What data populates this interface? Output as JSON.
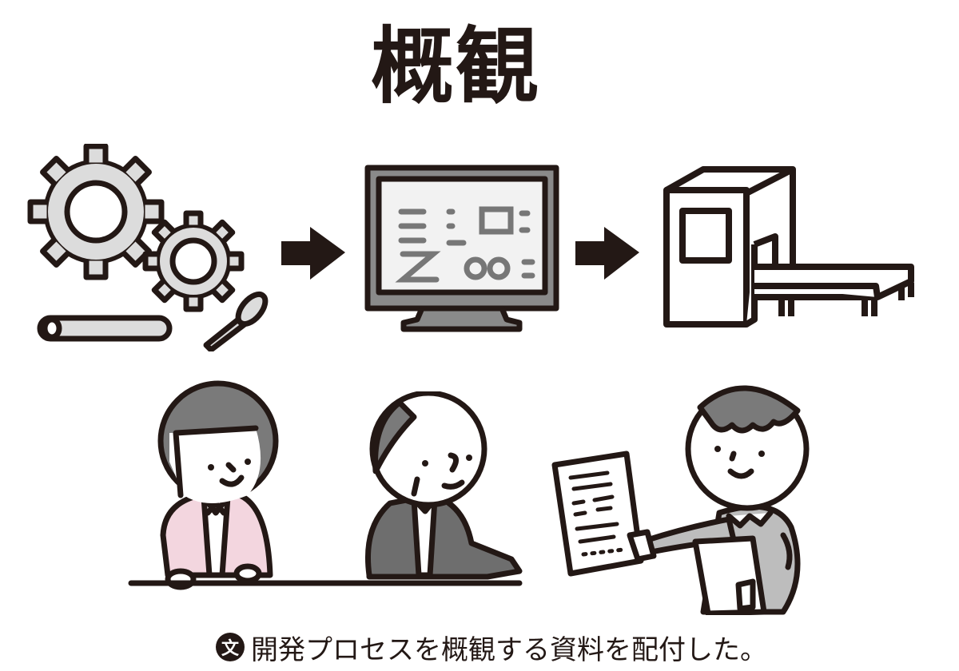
{
  "title": "概観",
  "caption": {
    "badge": "文",
    "text": "開発プロセスを概観する資料を配付した。"
  },
  "illustration": {
    "top_row": [
      "gears-and-parts",
      "arrow-right",
      "computer-monitor",
      "arrow-right",
      "factory-machine-conveyor"
    ],
    "bottom_row": [
      "woman-in-pink-suit",
      "older-man-in-gray-suit",
      "man-presenting-document"
    ]
  },
  "colors": {
    "ink": "#231815",
    "gear_fill": "#dcdcdc",
    "monitor_screen": "#f2f2f2",
    "hair_gray": "#7a7a7a",
    "pink_suit": "#f3d6df",
    "gray_suit": "#6e6e6e",
    "light_gray_shirt": "#bdbdbd"
  }
}
